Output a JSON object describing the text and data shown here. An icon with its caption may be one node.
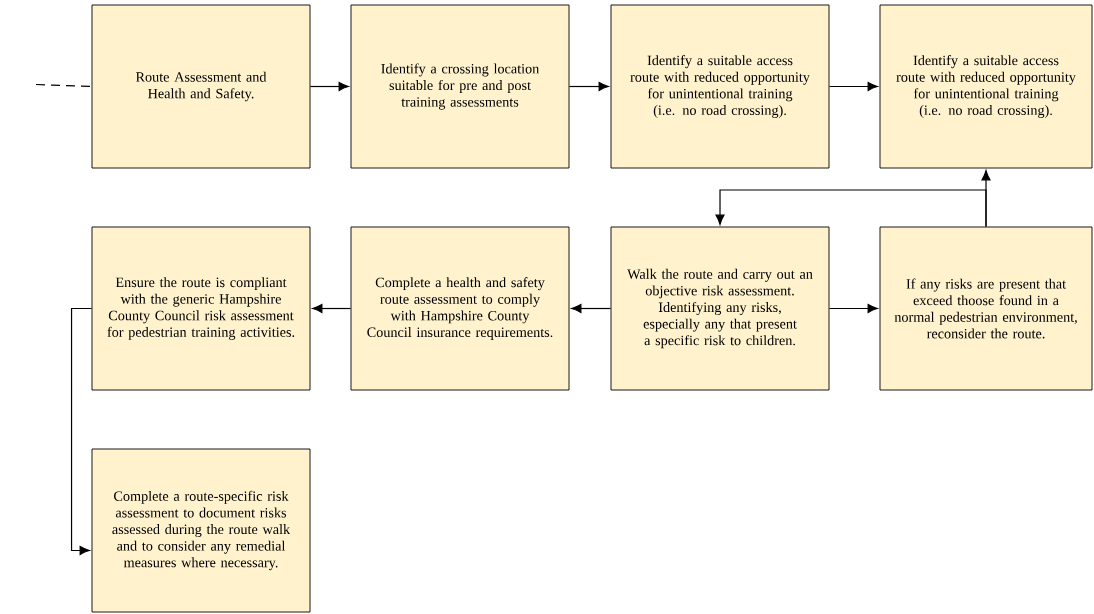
{
  "diagram": {
    "nodes": [
      {
        "text": [
          "Route Assessment and Health and Safety."
        ]
      },
      {
        "text": [
          "Identify a crossing location suitable for pre and post training assessments"
        ]
      },
      {
        "text": [
          "Identify a suitable access route with reduced opportunity for unintentional training (i.e. no road crossing)."
        ]
      },
      {
        "text": [
          "Identify a suitable access route with reduced opportunity for unintentional training (i.e. no road crossing)."
        ]
      },
      {
        "text": [
          "Walk the route and carry out an objective risk assessment. Identifying any risks, especially any that present a specific risk to children."
        ]
      },
      {
        "text": [
          "If any risks are present that exceed thoose found in a normal pedestrian environment, reconsider the route."
        ]
      },
      {
        "text": [
          "Complete a health and safety route assessment to comply with Hampshire County Council insurance requirements."
        ]
      },
      {
        "text": [
          "Ensure the route is compliant with the generic Hampshire County Council risk assessment for pedestrian training activities."
        ]
      },
      {
        "text": [
          "Complete a route-specific risk assessment to document risks assessed during the route walk and to consider any remedial measures where necessary."
        ]
      }
    ],
    "edges": [
      {
        "from": null,
        "to": 0,
        "arrow": "none",
        "style": "dashed"
      },
      {
        "from": 0,
        "to": 1,
        "arrow": "to"
      },
      {
        "from": 1,
        "to": 2,
        "arrow": "to"
      },
      {
        "from": 2,
        "to": 3,
        "arrow": "to"
      },
      {
        "from": 4,
        "to": 6,
        "arrow": "to"
      },
      {
        "from": 4,
        "to": 5,
        "arrow": "to"
      },
      {
        "from": 5,
        "to": 3,
        "arrow": "to"
      },
      {
        "from": 5,
        "to": 4,
        "arrow": "to"
      },
      {
        "from": 6,
        "to": 7,
        "arrow": "to"
      },
      {
        "from": 7,
        "to": 8,
        "arrow": "to"
      }
    ]
  }
}
